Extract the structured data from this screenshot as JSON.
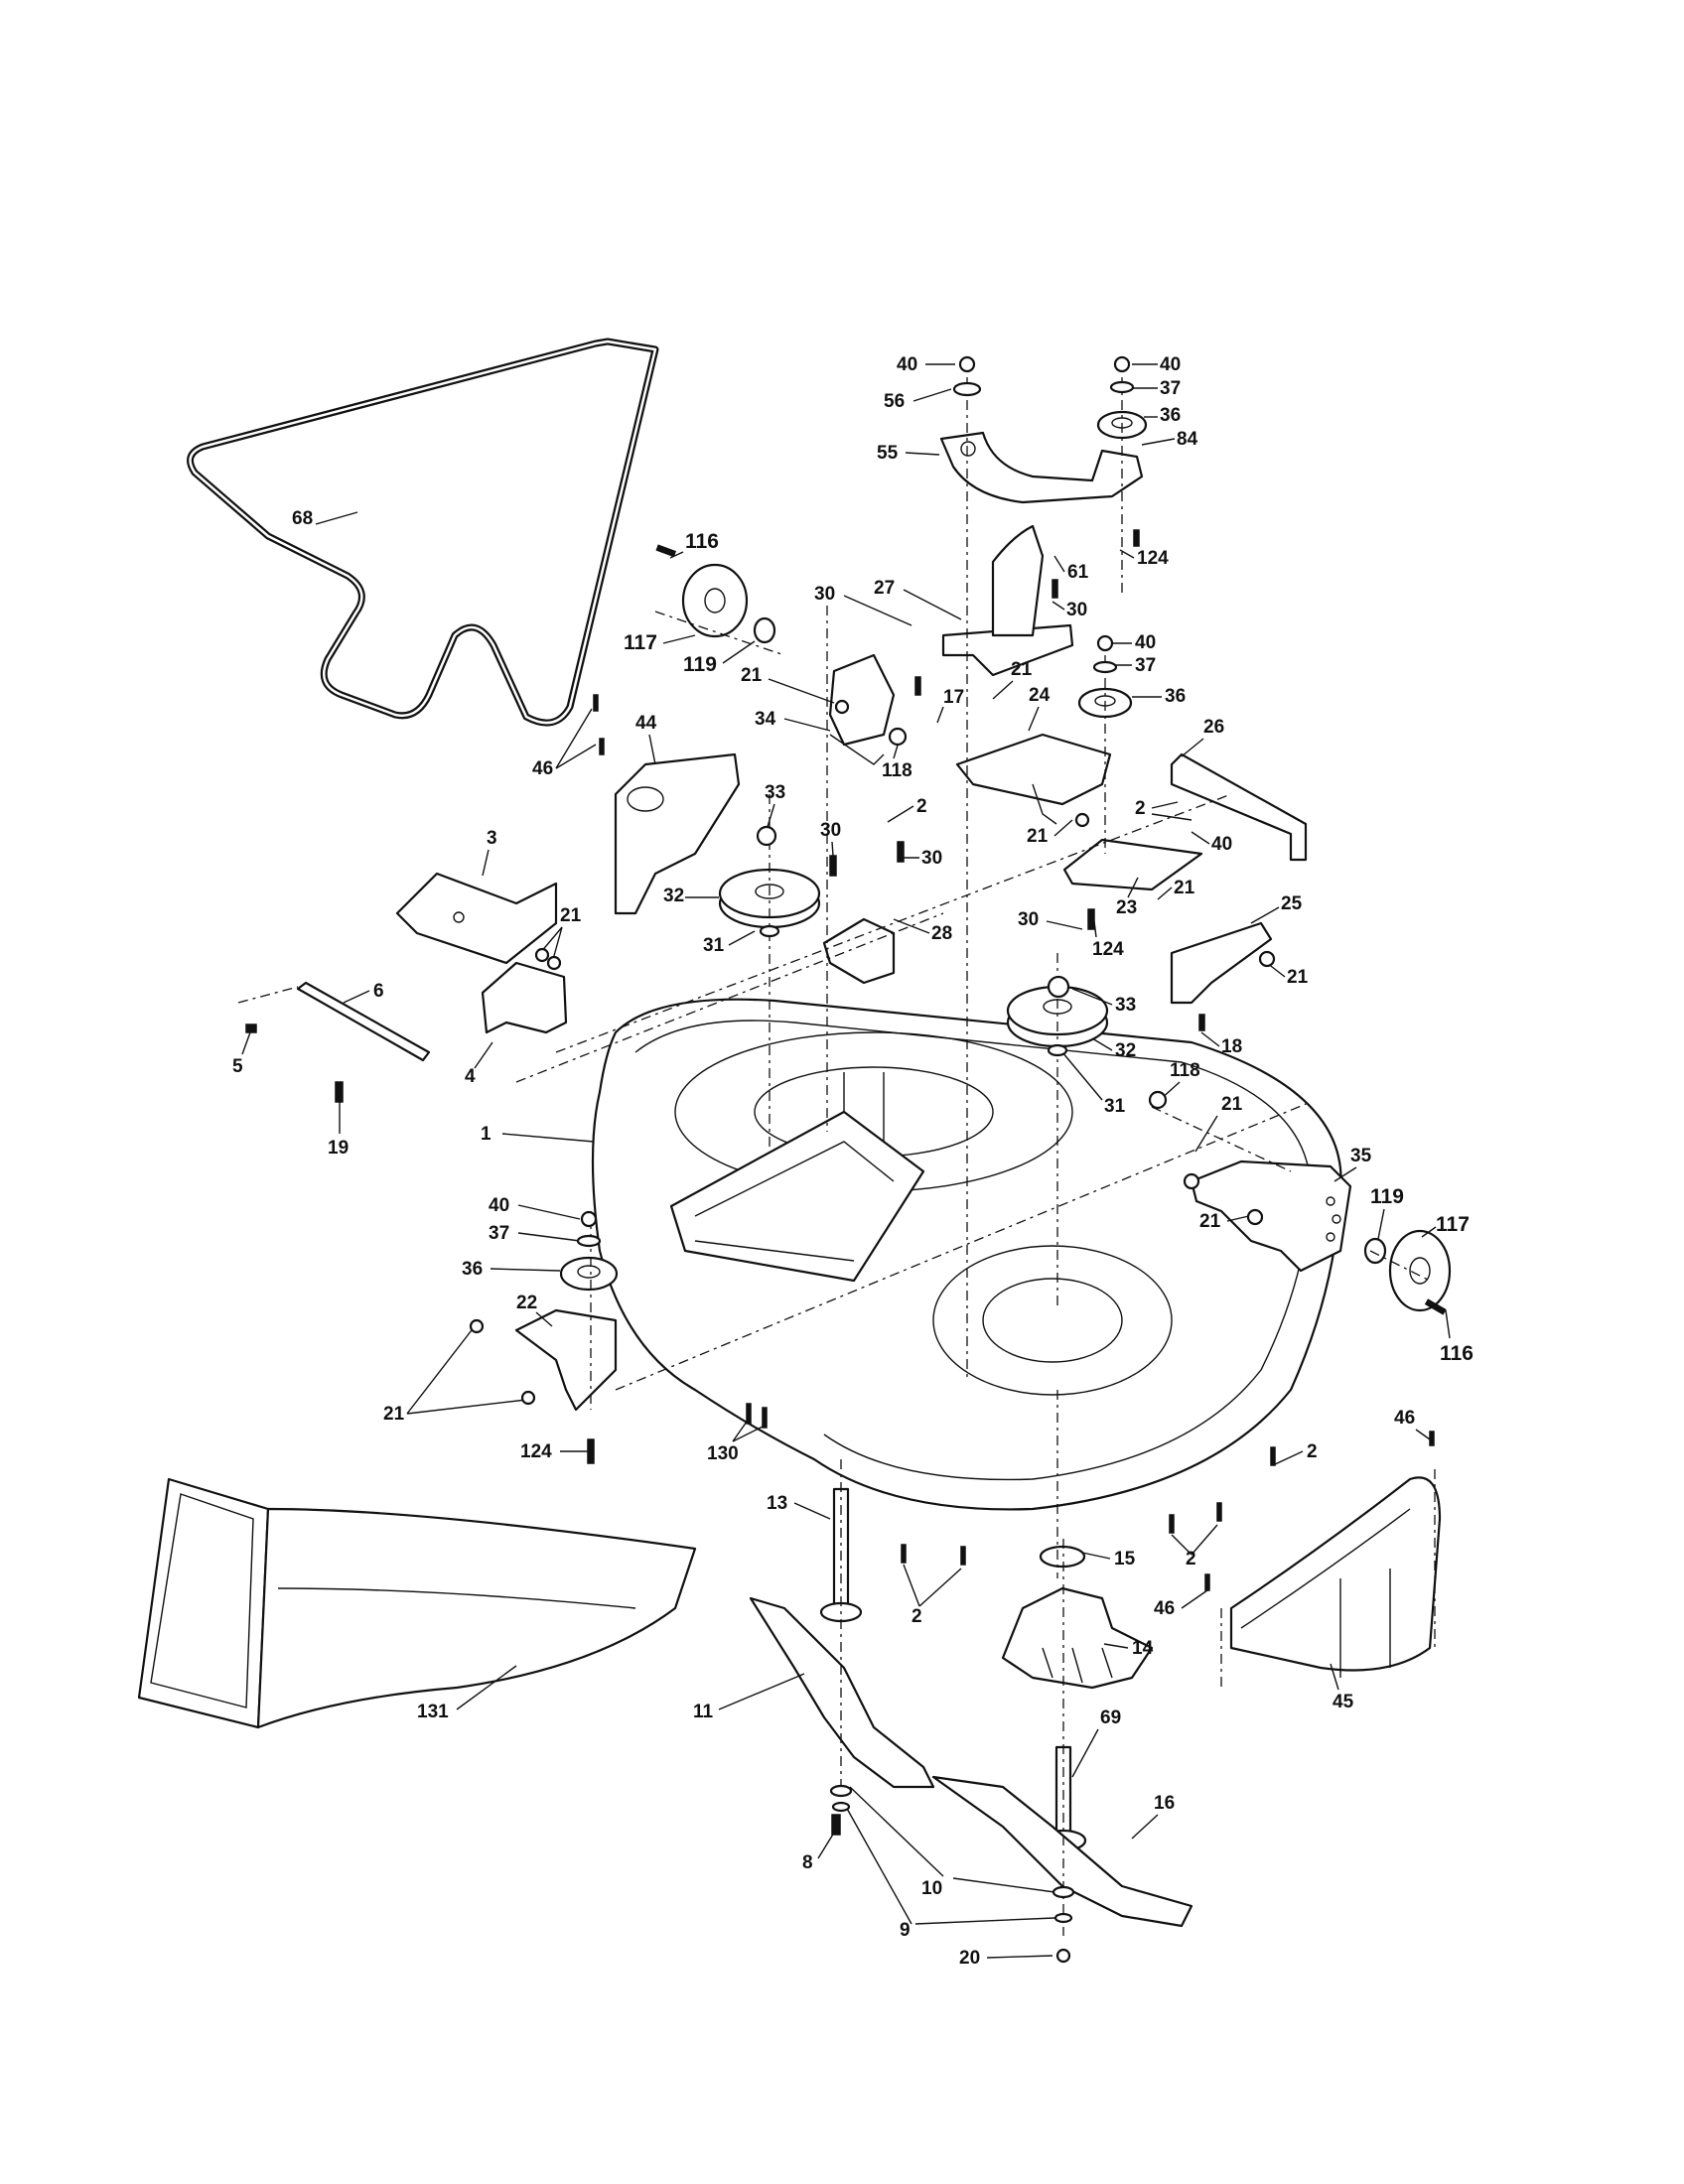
{
  "diagram": {
    "labels": {
      "p1": "1",
      "p2": "2",
      "p3": "3",
      "p4": "4",
      "p5": "5",
      "p6": "6",
      "p8": "8",
      "p9": "9",
      "p10": "10",
      "p11": "11",
      "p13": "13",
      "p14": "14",
      "p15": "15",
      "p16": "16",
      "p17": "17",
      "p18": "18",
      "p19": "19",
      "p20": "20",
      "p21": "21",
      "p22": "22",
      "p23": "23",
      "p24": "24",
      "p25": "25",
      "p26": "26",
      "p27": "27",
      "p28": "28",
      "p30": "30",
      "p31": "31",
      "p32": "32",
      "p33": "33",
      "p34": "34",
      "p35": "35",
      "p36": "36",
      "p37": "37",
      "p40": "40",
      "p44": "44",
      "p45": "45",
      "p46": "46",
      "p55": "55",
      "p56": "56",
      "p61": "61",
      "p68": "68",
      "p69": "69",
      "p84": "84",
      "p116": "116",
      "p117": "117",
      "p118": "118",
      "p119": "119",
      "p124": "124",
      "p130": "130",
      "p131": "131"
    },
    "line_color": "#111111",
    "background": "#ffffff"
  }
}
